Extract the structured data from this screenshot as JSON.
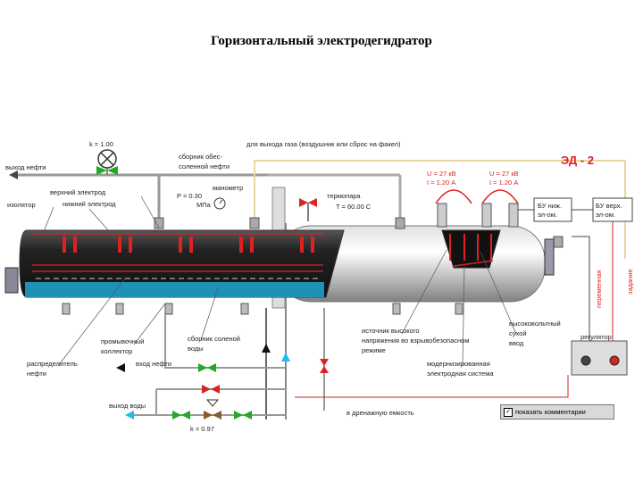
{
  "title": "Горизонтальный электродегидратор",
  "model": "ЭД - 2",
  "labels": {
    "k_top": "k =  1.00",
    "oil_out": "выход нефти",
    "gas_out": "для выхода газа (воздушник или сброс на факел)",
    "sludge_collector": "сборник обес-",
    "sludge_collector2": "соленной нефти",
    "upper_electrode": "верхний электрод",
    "lower_electrode": "нижний электрод",
    "insulator": "изолятор",
    "pressure": "P = 0.30",
    "pressure_unit": "МПа",
    "manometer": "манометр",
    "thermopair": "термопара",
    "temperature": "T =  60.00  С",
    "u1": "U = 27  кВ",
    "i1": "I = 1.20  А",
    "u2": "U = 27  кВ",
    "i2": "I = 1.20  А",
    "bu_low": "БУ ниж.",
    "bu_low2": "эл-ом.",
    "bu_up": "БУ верх.",
    "bu_up2": "эл-ом.",
    "variable": "переменная",
    "setting": "задание",
    "regulator": "регулятор",
    "wash_collector": "промывочный",
    "wash_collector2": "коллектор",
    "salt_water_collector": "сборник соленой",
    "salt_water_collector2": "воды",
    "hv_source": "источник высокого",
    "hv_source2": "напряжения во взрывобезопасном",
    "hv_source3": "режиме",
    "hv_input": "высоковольтный",
    "hv_input2": "сухой",
    "hv_input3": "ввод",
    "modern_system": "модернизированная",
    "modern_system2": "электродная система",
    "oil_distributor": "распределитель",
    "oil_distributor2": "нефти",
    "oil_in": "вход нефти",
    "water_out": "выход воды",
    "k_bottom": "k =  0.97",
    "drain": "в дренажную емкость"
  },
  "checkbox": {
    "checked": true,
    "mark": "✓",
    "label": "показать комментарии"
  },
  "colors": {
    "accent": "#dd2222",
    "tank": "#1a1a1a",
    "water": "#22bbee",
    "valve": "#22aa22"
  }
}
